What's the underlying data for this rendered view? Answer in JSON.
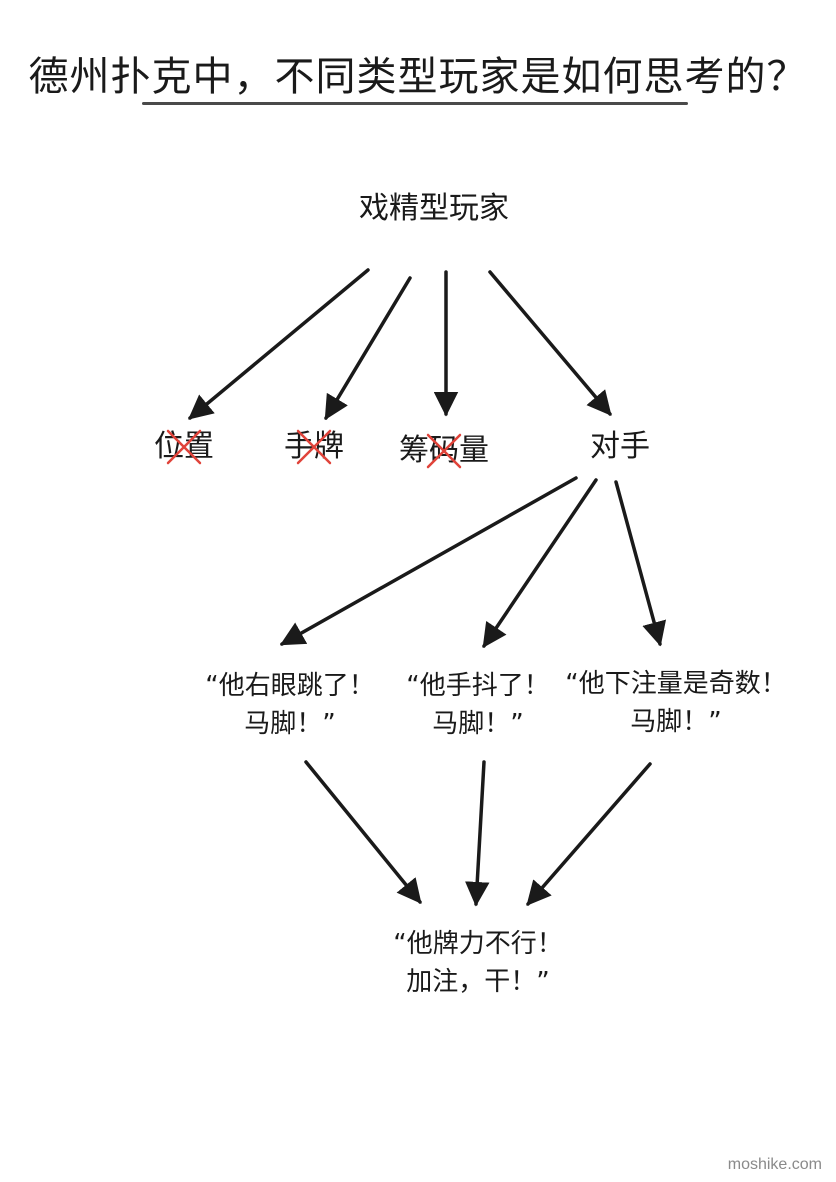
{
  "title": "德州扑克中，不同类型玩家是如何思考的？",
  "root": "戏精型玩家",
  "level1": [
    {
      "label": "位置",
      "crossed": true
    },
    {
      "label": "手牌",
      "crossed": true
    },
    {
      "label": "筹码量",
      "crossed": true
    },
    {
      "label": "对手",
      "crossed": false
    }
  ],
  "quotes": [
    {
      "line1": "“他右眼跳了！",
      "line2": "马脚！”"
    },
    {
      "line1": "“他手抖了！",
      "line2": "马脚！”"
    },
    {
      "line1": "“他下注量是奇数！",
      "line2": "马脚！”"
    }
  ],
  "conclusion": {
    "line1": "“他牌力不行！",
    "line2": "加注，干！”"
  },
  "watermark": "moshike.com",
  "colors": {
    "ink": "#1a1a1a",
    "cross": "#e0433a"
  }
}
